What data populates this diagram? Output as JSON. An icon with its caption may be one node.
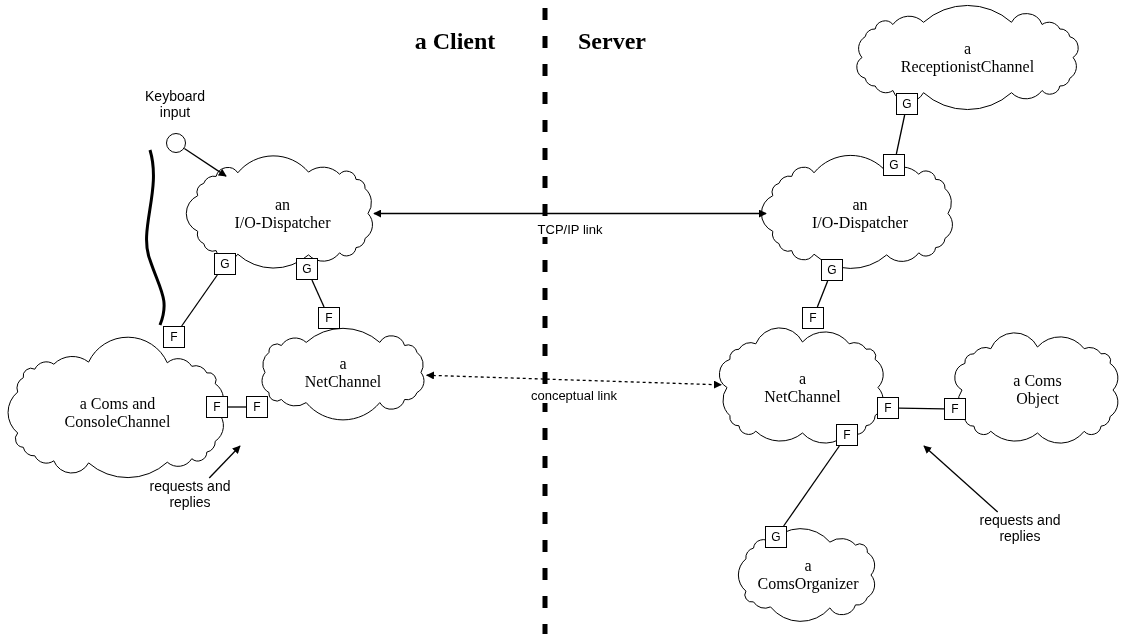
{
  "diagram": {
    "nodes": [
      {
        "text": [],
        "shape": "circle",
        "beside": [
          "Keyboard input"
        ]
      },
      {
        "text": [
          "an I/O-Dispatcher"
        ]
      },
      {
        "text": [
          "G"
        ]
      },
      {
        "text": [
          "G"
        ]
      },
      {
        "text": [
          "a NetChannel"
        ]
      },
      {
        "text": [
          "F"
        ]
      },
      {
        "text": [
          "F"
        ]
      },
      {
        "text": [
          "a Coms and ConsoleChannel"
        ]
      },
      {
        "text": [
          "F"
        ]
      },
      {
        "text": [
          "F"
        ]
      },
      {
        "text": [
          "a ReceptionistChannel"
        ]
      },
      {
        "text": [
          "G"
        ]
      },
      {
        "text": [
          "an I/O-Dispatcher"
        ]
      },
      {
        "text": [
          "G"
        ]
      },
      {
        "text": [
          "G"
        ]
      },
      {
        "text": [
          "a NetChannel"
        ]
      },
      {
        "text": [
          "F"
        ]
      },
      {
        "text": [
          "F"
        ]
      },
      {
        "text": [
          "F"
        ]
      },
      {
        "text": [
          "a Coms Object"
        ]
      },
      {
        "text": [
          "F"
        ]
      },
      {
        "text": [
          "a ComsOrganizer"
        ]
      },
      {
        "text": [
          "G"
        ]
      },
      {
        "text": [
          "requests and replies"
        ]
      },
      {
        "text": [
          "requests and replies"
        ]
      }
    ],
    "edges": [
      {
        "from": 0,
        "to": 1,
        "arrow": "to"
      },
      {
        "from": 2,
        "to": 8,
        "arrow": "none"
      },
      {
        "from": 3,
        "to": 5,
        "arrow": "none"
      },
      {
        "from": 9,
        "to": 6,
        "arrow": "none"
      },
      {
        "from": 1,
        "to": 12,
        "arrow": "both",
        "label": "TCP/IP link"
      },
      {
        "from": 4,
        "to": 15,
        "arrow": "both",
        "label": "conceptual link",
        "style": "dashed"
      },
      {
        "from": 11,
        "to": 13,
        "arrow": "none"
      },
      {
        "from": 14,
        "to": 16,
        "arrow": "none"
      },
      {
        "from": 17,
        "to": 20,
        "arrow": "none"
      },
      {
        "from": 18,
        "to": 22,
        "arrow": "none"
      },
      {
        "from": 23,
        "to": null,
        "arrow": "to"
      },
      {
        "from": 24,
        "to": null,
        "arrow": "to"
      }
    ],
    "labels": [
      "a Client",
      "Server"
    ]
  }
}
